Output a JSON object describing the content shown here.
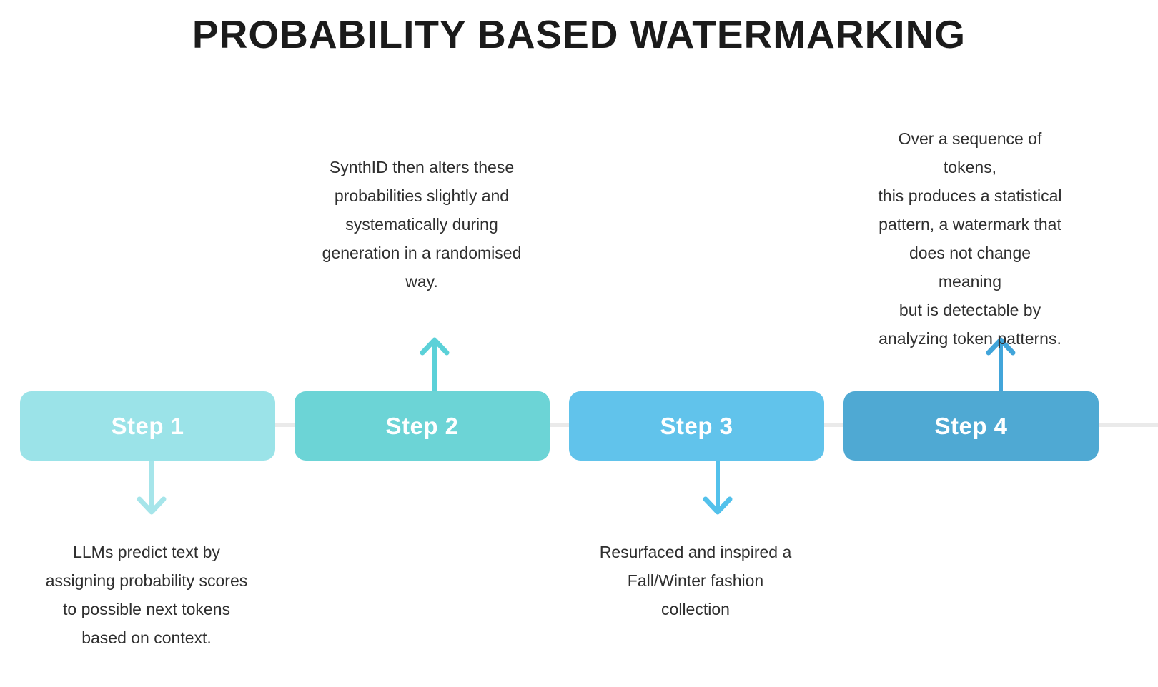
{
  "title": "PROBABILITY BASED WATERMARKING",
  "connector_color": "#eaeaea",
  "steps": [
    {
      "label": "Step 1",
      "box_color": "#9be3e8",
      "arrow_color": "#a6e5ea",
      "arrow_direction": "down",
      "description": "LLMs predict text by\nassigning probability scores\nto possible next tokens\nbased on context."
    },
    {
      "label": "Step 2",
      "box_color": "#6cd4d6",
      "arrow_color": "#5bd1d8",
      "arrow_direction": "up",
      "description": "SynthID then alters these\nprobabilities slightly and\nsystematically during\ngeneration in a randomised\nway."
    },
    {
      "label": "Step 3",
      "box_color": "#61c3eb",
      "arrow_color": "#53c1eb",
      "arrow_direction": "down",
      "description": "Resurfaced and inspired a\nFall/Winter fashion\ncollection"
    },
    {
      "label": "Step 4",
      "box_color": "#4fa9d3",
      "arrow_color": "#42a5da",
      "arrow_direction": "up",
      "description": "Over a sequence of tokens,\nthis produces a statistical\npattern, a watermark that\ndoes not change meaning\nbut is detectable by\nanalyzing token patterns."
    }
  ]
}
